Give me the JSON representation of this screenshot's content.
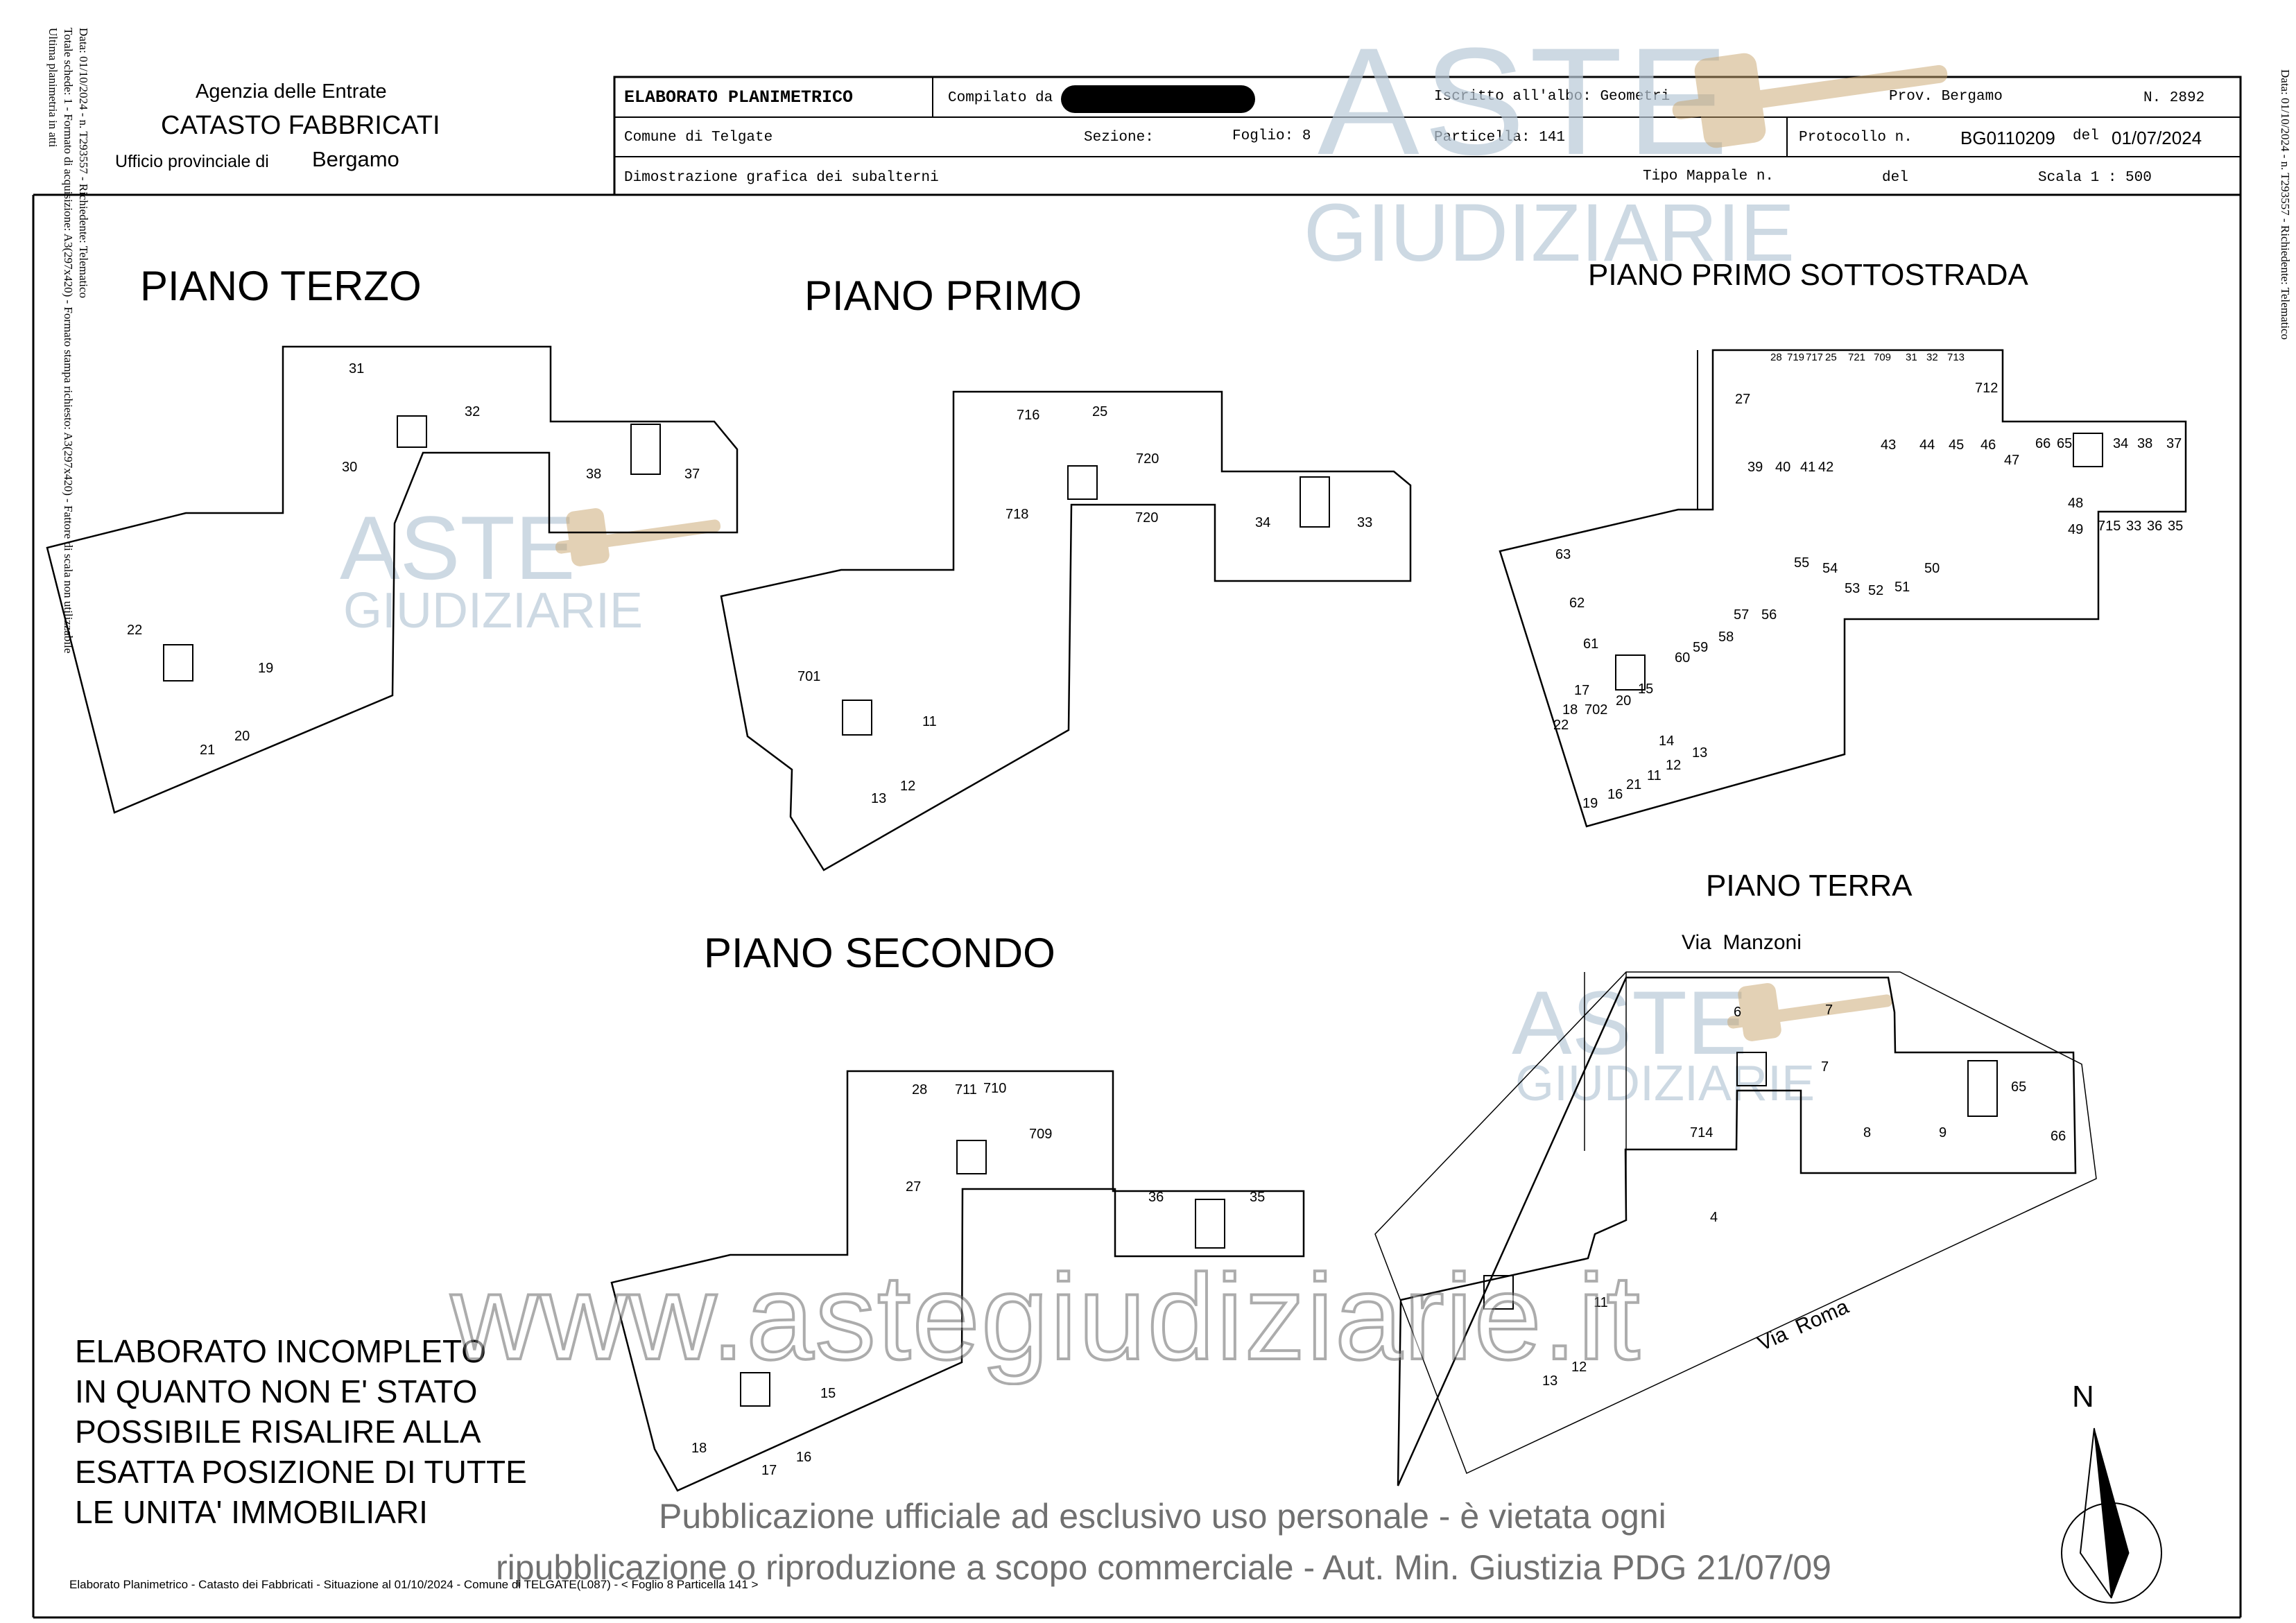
{
  "side_left": {
    "line1": "Data: 01/10/2024 - n. T293557 - Richiedente: Telematico",
    "line2": "Totale schede: 1 - Formato di acquisizione: A3(297x420) - Formato stampa richiesto: A3(297x420) - Fattore di scala non utilizzabile",
    "line3": "Ultima planimetria in atti"
  },
  "side_right": {
    "line1": "Data: 01/10/2024 - n. T293557 - Richiedente: Telematico"
  },
  "agency": {
    "line1": "Agenzia delle Entrate",
    "line2": "CATASTO FABBRICATI",
    "office_label": "Ufficio provinciale di",
    "office_value": "Bergamo"
  },
  "header": {
    "doc_type": "ELABORATO PLANIMETRICO",
    "compilato_label": "Compilato da",
    "iscritto_label": "Iscritto all'albo: Geometri",
    "prov_label": "Prov. Bergamo",
    "n_label": "N. 2892",
    "comune_label": "Comune di Telgate",
    "sezione_label": "Sezione:",
    "foglio_label": "Foglio: 8",
    "particella_label": "Particella: 141",
    "protocollo_label": "Protocollo n.",
    "protocollo_value": "BG0110209",
    "del_label": "del",
    "del_value": "01/07/2024",
    "dimostrazione_label": "Dimostrazione grafica dei subalterni",
    "tipo_mappale_label": "Tipo Mappale n.",
    "del2_label": "del",
    "scala_label": "Scala 1 : 500"
  },
  "floors": {
    "terzo": "PIANO TERZO",
    "primo": "PIANO PRIMO",
    "sottostrada": "PIANO PRIMO SOTTOSTRADA",
    "terra": "PIANO TERRA",
    "secondo": "PIANO SECONDO"
  },
  "streets": {
    "manzoni": "Via  Manzoni",
    "roma": "Via  Roma"
  },
  "compass": {
    "label": "N"
  },
  "note": {
    "line1": "ELABORATO INCOMPLETO",
    "line2": "IN QUANTO NON E' STATO",
    "line3": "POSSIBILE RISALIRE ALLA",
    "line4": "ESATTA POSIZIONE DI TUTTE",
    "line5": "LE UNITA' IMMOBILIARI"
  },
  "publication": {
    "line1": "Pubblicazione ufficiale ad esclusivo uso personale - è vietata ogni",
    "line2": "ripubblicazione o riproduzione a scopo commerciale - Aut. Min. Giustizia PDG 21/07/09"
  },
  "footer": {
    "text": "Elaborato Planimetrico - Catasto dei Fabbricati - Situazione al 01/10/2024 - Comune di TELGATE(L087) - < Foglio 8 Particella 141 >"
  },
  "watermark": {
    "aste": "ASTE",
    "giudiziarie": "GIUDIZIARIE",
    "site": "www.astegiudiziarie.it"
  },
  "labels": {
    "t31": "31",
    "t32": "32",
    "t30": "30",
    "t38": "38",
    "t37": "37",
    "t22": "22",
    "t19": "19",
    "t20": "20",
    "t21": "21",
    "p716": "716",
    "p25": "25",
    "p720a": "720",
    "p718": "718",
    "p720b": "720",
    "p34": "34",
    "p33": "33",
    "p701": "701",
    "p11": "11",
    "p12": "12",
    "p13": "13",
    "s28": "28",
    "s719": "719",
    "s717": "717",
    "s25": "25",
    "s721": "721",
    "s709": "709",
    "s31": "31",
    "s32": "32",
    "s713": "713",
    "s27": "27",
    "s712": "712",
    "s39": "39",
    "s40": "40",
    "s41": "41",
    "s42": "42",
    "s43": "43",
    "s44": "44",
    "s45": "45",
    "s46": "46",
    "s47": "47",
    "s66": "66",
    "s65": "65",
    "s34": "34",
    "s38": "38",
    "s37": "37",
    "s48": "48",
    "s49": "49",
    "s715": "715",
    "s33": "33",
    "s36": "36",
    "s35": "35",
    "s63": "63",
    "s55": "55",
    "s54": "54",
    "s53": "53",
    "s52": "52",
    "s51": "51",
    "s50": "50",
    "s62": "62",
    "s57": "57",
    "s56": "56",
    "s58": "58",
    "s59": "59",
    "s60": "60",
    "s61": "61",
    "s17": "17",
    "s20": "20",
    "s15": "15",
    "s18": "18",
    "s702": "702",
    "s22": "22",
    "s14": "14",
    "s12": "12",
    "s13": "13",
    "s19": "19",
    "s16": "16",
    "s21": "21",
    "s11": "11",
    "g6": "6",
    "g7a": "7",
    "g7b": "7",
    "g65": "65",
    "g714": "714",
    "g8": "8",
    "g9": "9",
    "g66": "66",
    "g4": "4",
    "g11": "11",
    "g12": "12",
    "g13": "13",
    "c28": "28",
    "c711": "711",
    "c710": "710",
    "c709": "709",
    "c27": "27",
    "c36": "36",
    "c35": "35",
    "c15": "15",
    "c18": "18",
    "c17": "17",
    "c16": "16"
  }
}
